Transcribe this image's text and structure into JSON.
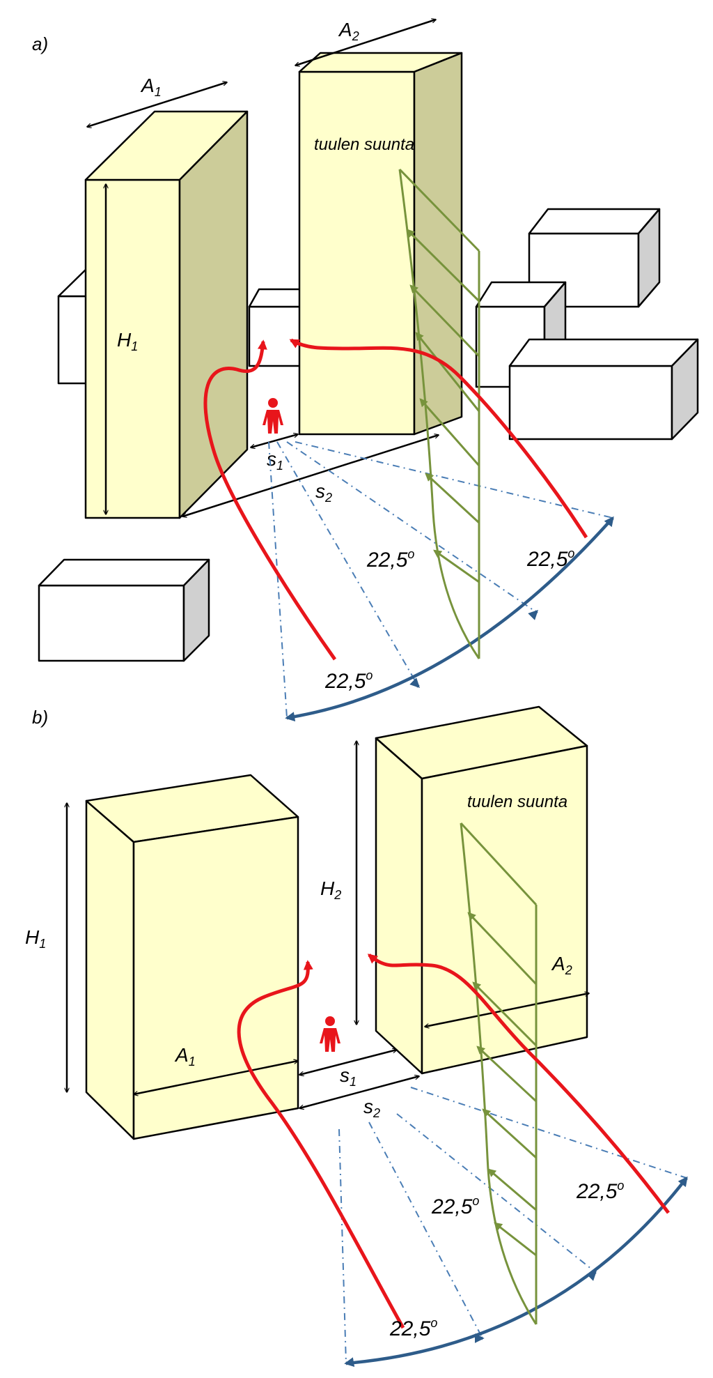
{
  "panel_a": {
    "label": "a)",
    "wind_direction_label": "tuulen suunta",
    "width_1": {
      "main": "A",
      "sub": "1"
    },
    "width_2": {
      "main": "A",
      "sub": "2"
    },
    "height_1": {
      "main": "H",
      "sub": "1"
    },
    "spacing_1": {
      "main": "s",
      "sub": "1"
    },
    "spacing_2": {
      "main": "s",
      "sub": "2"
    },
    "angles": [
      "22,5",
      "22,5",
      "22,5"
    ],
    "degree_mark": "o"
  },
  "panel_b": {
    "label": "b)",
    "wind_direction_label": "tuulen suunta",
    "width_1": {
      "main": "A",
      "sub": "1"
    },
    "width_2": {
      "main": "A",
      "sub": "2"
    },
    "height_1": {
      "main": "H",
      "sub": "1"
    },
    "height_2": {
      "main": "H",
      "sub": "2"
    },
    "spacing_1": {
      "main": "s",
      "sub": "1"
    },
    "spacing_2": {
      "main": "s",
      "sub": "2"
    },
    "angles": [
      "22,5",
      "22,5",
      "22,5"
    ],
    "degree_mark": "o"
  },
  "colors": {
    "building_front": "#FFFFCC",
    "building_side": "#CCCC99",
    "building_top": "#FFFFCC",
    "small_building": "#FFFFFF",
    "small_building_side": "#D0D0D0",
    "wind_flow": "#E8151B",
    "wind_profile": "#77933C",
    "sector": "#2E5C8A",
    "sector_dash": "#4A7DB5",
    "outline": "#000000"
  }
}
